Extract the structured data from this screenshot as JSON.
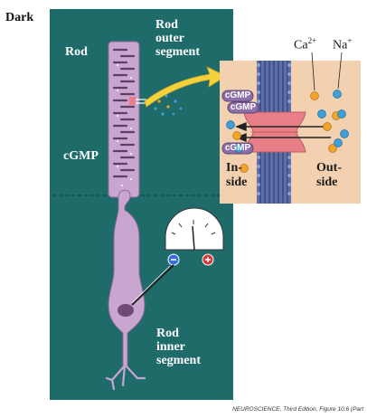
{
  "panel_title": "Dark",
  "labels": {
    "rod": "Rod",
    "rod_outer_segment": "Rod\nouter\nsegment",
    "cgmp": "cGMP",
    "rod_inner_segment": "Rod\ninner\nsegment"
  },
  "meter": {
    "reading": "0"
  },
  "inset": {
    "ion_ca": "Ca",
    "ion_ca_charge": "2+",
    "ion_na": "Na",
    "ion_na_charge": "+",
    "inside": "In-\nside",
    "outside": "Out-\nside",
    "cgmp_tags": [
      "cGMP",
      "cGMP",
      "cGMP"
    ]
  },
  "credit": "NEUROSCIENCE, Third Edition, Figure 10.6 (Part",
  "colors": {
    "background_panel": "#1e6b6a",
    "cell": "#c9a6cf",
    "inset_bg": "#f3d1b0",
    "membrane": "#5d6ea8",
    "channel": "#e97f86",
    "arrow": "#f2d13a",
    "ca_ion": "#f0a52a",
    "na_ion": "#3fa0d8"
  }
}
